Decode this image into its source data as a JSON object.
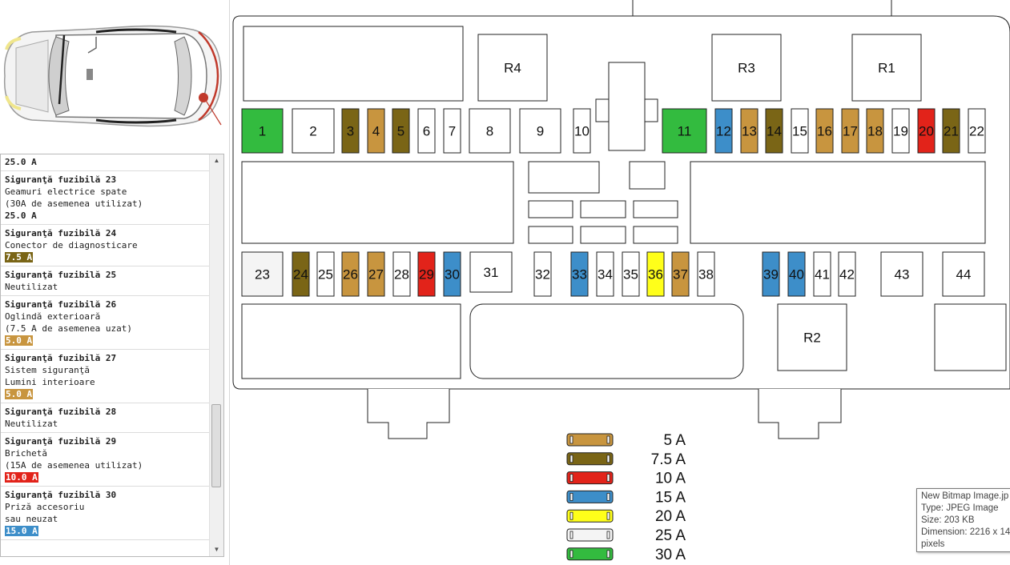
{
  "fuse_list": {
    "top_value": "25.0 A",
    "entries": [
      {
        "title": "Siguranţă fuzibilă 23",
        "lines": [
          "Geamuri electrice spate",
          "(30A de asemenea utilizat)"
        ],
        "amp": "25.0 A",
        "amp_color": "plain"
      },
      {
        "title": "Siguranţă fuzibilă 24",
        "lines": [
          "Conector de diagnosticare"
        ],
        "amp": "7.5 A",
        "amp_color": "c75"
      },
      {
        "title": "Siguranţă fuzibilă 25",
        "lines": [
          "Neutilizat"
        ],
        "amp": "",
        "amp_color": ""
      },
      {
        "title": "Siguranţă fuzibilă 26",
        "lines": [
          "Oglindă exterioară",
          "(7.5 A de asemenea uzat)"
        ],
        "amp": "5.0 A",
        "amp_color": "c5"
      },
      {
        "title": "Siguranţă fuzibilă 27",
        "lines": [
          "Sistem siguranţă",
          "Lumini interioare"
        ],
        "amp": "5.0 A",
        "amp_color": "c5"
      },
      {
        "title": "Siguranţă fuzibilă 28",
        "lines": [
          "Neutilizat"
        ],
        "amp": "",
        "amp_color": ""
      },
      {
        "title": "Siguranţă fuzibilă 29",
        "lines": [
          "Brichetă",
          "(15A de asemenea utilizat)"
        ],
        "amp": "10.0 A",
        "amp_color": "c10"
      },
      {
        "title": "Siguranţă fuzibilă 30",
        "lines": [
          "Priză accesoriu",
          "sau neuzat"
        ],
        "amp": "15.0 A",
        "amp_color": "c15"
      }
    ]
  },
  "colors": {
    "5A": "#c8953f",
    "7.5A": "#7a6516",
    "10A": "#e2231a",
    "15A": "#3d8ec9",
    "20A": "#ffff1a",
    "25A": "#f4f4f4",
    "30A": "#33bb3f",
    "plain": "#ffffff"
  },
  "fuses": [
    {
      "label": "1",
      "color": "30A"
    },
    {
      "label": "2",
      "color": "plain"
    },
    {
      "label": "3",
      "color": "7.5A"
    },
    {
      "label": "4",
      "color": "5A"
    },
    {
      "label": "5",
      "color": "7.5A"
    },
    {
      "label": "6",
      "color": "plain"
    },
    {
      "label": "7",
      "color": "plain"
    },
    {
      "label": "8",
      "color": "plain"
    },
    {
      "label": "9",
      "color": "plain"
    },
    {
      "label": "10",
      "color": "plain"
    },
    {
      "label": "11",
      "color": "30A"
    },
    {
      "label": "12",
      "color": "15A"
    },
    {
      "label": "13",
      "color": "5A"
    },
    {
      "label": "14",
      "color": "7.5A"
    },
    {
      "label": "15",
      "color": "plain"
    },
    {
      "label": "16",
      "color": "5A"
    },
    {
      "label": "17",
      "color": "5A"
    },
    {
      "label": "18",
      "color": "5A"
    },
    {
      "label": "19",
      "color": "plain"
    },
    {
      "label": "20",
      "color": "10A"
    },
    {
      "label": "21",
      "color": "7.5A"
    },
    {
      "label": "22",
      "color": "plain"
    },
    {
      "label": "23",
      "color": "25A"
    },
    {
      "label": "24",
      "color": "7.5A"
    },
    {
      "label": "25",
      "color": "plain"
    },
    {
      "label": "26",
      "color": "5A"
    },
    {
      "label": "27",
      "color": "5A"
    },
    {
      "label": "28",
      "color": "plain"
    },
    {
      "label": "29",
      "color": "10A"
    },
    {
      "label": "30",
      "color": "15A"
    },
    {
      "label": "31",
      "color": "plain"
    },
    {
      "label": "32",
      "color": "plain"
    },
    {
      "label": "33",
      "color": "15A"
    },
    {
      "label": "34",
      "color": "plain"
    },
    {
      "label": "35",
      "color": "plain"
    },
    {
      "label": "36",
      "color": "20A"
    },
    {
      "label": "37",
      "color": "5A"
    },
    {
      "label": "38",
      "color": "plain"
    },
    {
      "label": "39",
      "color": "15A"
    },
    {
      "label": "40",
      "color": "15A"
    },
    {
      "label": "41",
      "color": "plain"
    },
    {
      "label": "42",
      "color": "plain"
    },
    {
      "label": "43",
      "color": "plain"
    },
    {
      "label": "44",
      "color": "plain"
    }
  ],
  "relays": [
    "R4",
    "R3",
    "R1",
    "R2"
  ],
  "legend": [
    {
      "label": "5 A",
      "color": "5A"
    },
    {
      "label": "7.5 A",
      "color": "7.5A"
    },
    {
      "label": "10 A",
      "color": "10A"
    },
    {
      "label": "15 A",
      "color": "15A"
    },
    {
      "label": "20 A",
      "color": "20A"
    },
    {
      "label": "25 A",
      "color": "25A"
    },
    {
      "label": "30 A",
      "color": "30A"
    }
  ],
  "tooltip": [
    "New Bitmap Image.jp",
    "Type: JPEG Image",
    "Size: 203 KB",
    "Dimension: 2216 x 14",
    "pixels"
  ]
}
